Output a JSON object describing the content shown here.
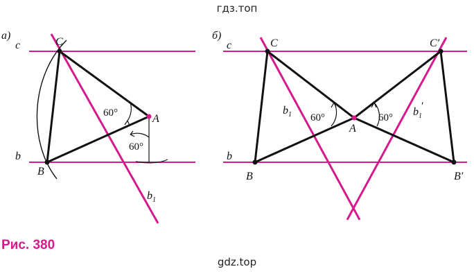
{
  "watermark_top": "гдз.топ",
  "watermark_bottom": "gdz.top",
  "caption": "Рис. 380",
  "colors": {
    "accent": "#d6198c",
    "ink": "#111111"
  },
  "panel_a": {
    "tag": "а)",
    "line_c": "c",
    "line_b": "b",
    "point_C": "C",
    "point_A": "A",
    "point_B": "B",
    "line_b1": "b",
    "line_b1_sub": "1",
    "angle_top": "60°",
    "angle_bottom": "60°"
  },
  "panel_b": {
    "tag": "б)",
    "line_c": "c",
    "line_b": "b",
    "point_C": "C",
    "point_C2": "C′",
    "point_A": "A",
    "point_B": "B",
    "point_B2": "B′",
    "line_b1": "b",
    "line_b1_sub": "1",
    "line_b1p": "b",
    "line_b1p_sub": "1",
    "line_b1p_prime": "′",
    "angle_left": "60°",
    "angle_right": "60°"
  }
}
